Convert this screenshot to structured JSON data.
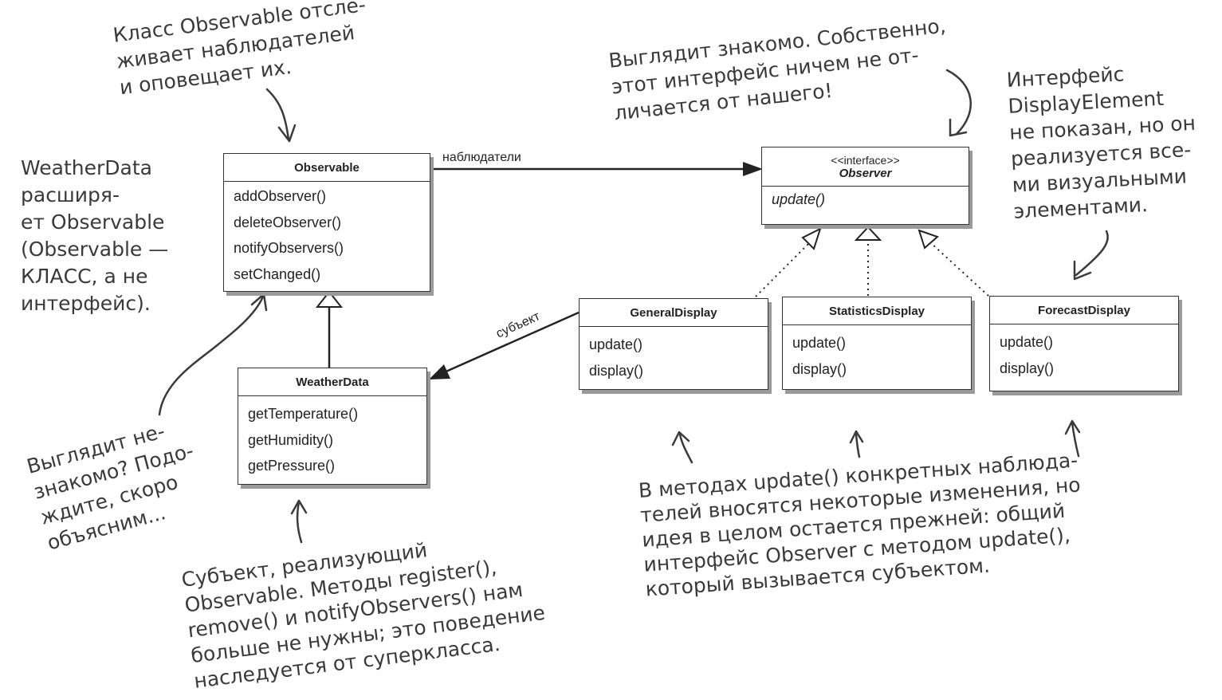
{
  "classes": {
    "observable": {
      "name": "Observable",
      "methods": [
        "addObserver()",
        "deleteObserver()",
        "notifyObservers()",
        "setChanged()"
      ]
    },
    "observer": {
      "stereotype": "<<interface>>",
      "name": "Observer",
      "methods": [
        "update()"
      ]
    },
    "weatherdata": {
      "name": "WeatherData",
      "methods": [
        "getTemperature()",
        "getHumidity()",
        "getPressure()"
      ]
    },
    "general": {
      "name": "GeneralDisplay",
      "methods": [
        "update()",
        "display()"
      ]
    },
    "statistics": {
      "name": "StatisticsDisplay",
      "methods": [
        "update()",
        "display()"
      ]
    },
    "forecast": {
      "name": "ForecastDisplay",
      "methods": [
        "update()",
        "display()"
      ]
    }
  },
  "edge_labels": {
    "observers": "наблюдатели",
    "subject": "субъект"
  },
  "notes": {
    "observable_tracks": [
      "Класс Observable отсле-",
      "живает наблюдателей",
      "и оповещает их."
    ],
    "weatherdata_extends": [
      "WeatherData",
      "расширя-",
      "ет Observable",
      "(Observable —",
      "КЛАСС, а не",
      "интерфейс)."
    ],
    "looks_familiar": [
      "Выглядит знакомо. Собственно,",
      "этот интерфейс ничем не от-",
      "личается от нашего!"
    ],
    "display_element": [
      "Интерфейс",
      "DisplayElement",
      "не показан, но он",
      "реализуется все-",
      "ми визуальными",
      "элементами."
    ],
    "unfamiliar": [
      "Выглядит не-",
      "знакомо? Подо-",
      "ждите, скоро",
      "объясним..."
    ],
    "subject_impl": [
      "Субъект, реализующий",
      "Observable. Методы register(),",
      "remove() и notifyObservers() нам",
      "больше не нужны; это поведение",
      "наследуется от суперкласса."
    ],
    "update_methods": [
      "В методах update() конкретных наблюда-",
      "телей вносятся некоторые изменения, но",
      "идея в целом остается прежней: общий",
      "интерфейс Observer с методом update(),",
      "который вызывается субъектом."
    ]
  }
}
